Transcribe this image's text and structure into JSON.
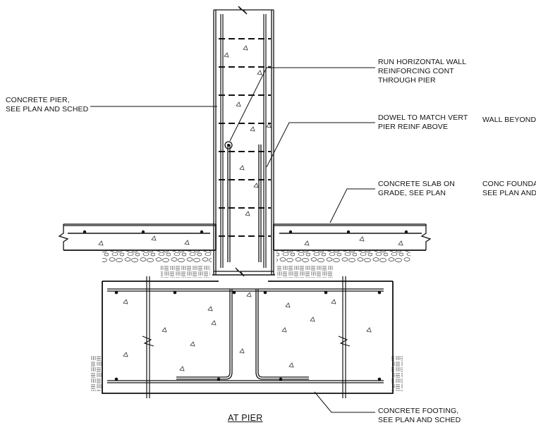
{
  "labels": {
    "concrete_pier": [
      "CONCRETE PIER,",
      "SEE PLAN AND SCHED"
    ],
    "horizontal_reinf": [
      "RUN HORIZONTAL WALL",
      "REINFORCING CONT",
      "THROUGH PIER"
    ],
    "dowel": [
      "DOWEL TO MATCH VERT",
      "PIER REINF ABOVE"
    ],
    "wall_beyond": [
      "WALL BEYOND"
    ],
    "slab": [
      "CONCRETE SLAB ON",
      "GRADE, SEE PLAN"
    ],
    "foundation": [
      "CONC FOUNDATI",
      "SEE PLAN AND S"
    ],
    "footing": [
      "CONCRETE FOOTING,",
      "SEE PLAN AND SCHED"
    ]
  },
  "title": "AT PIER",
  "colors": {
    "line": "#111111",
    "background": "#ffffff"
  }
}
